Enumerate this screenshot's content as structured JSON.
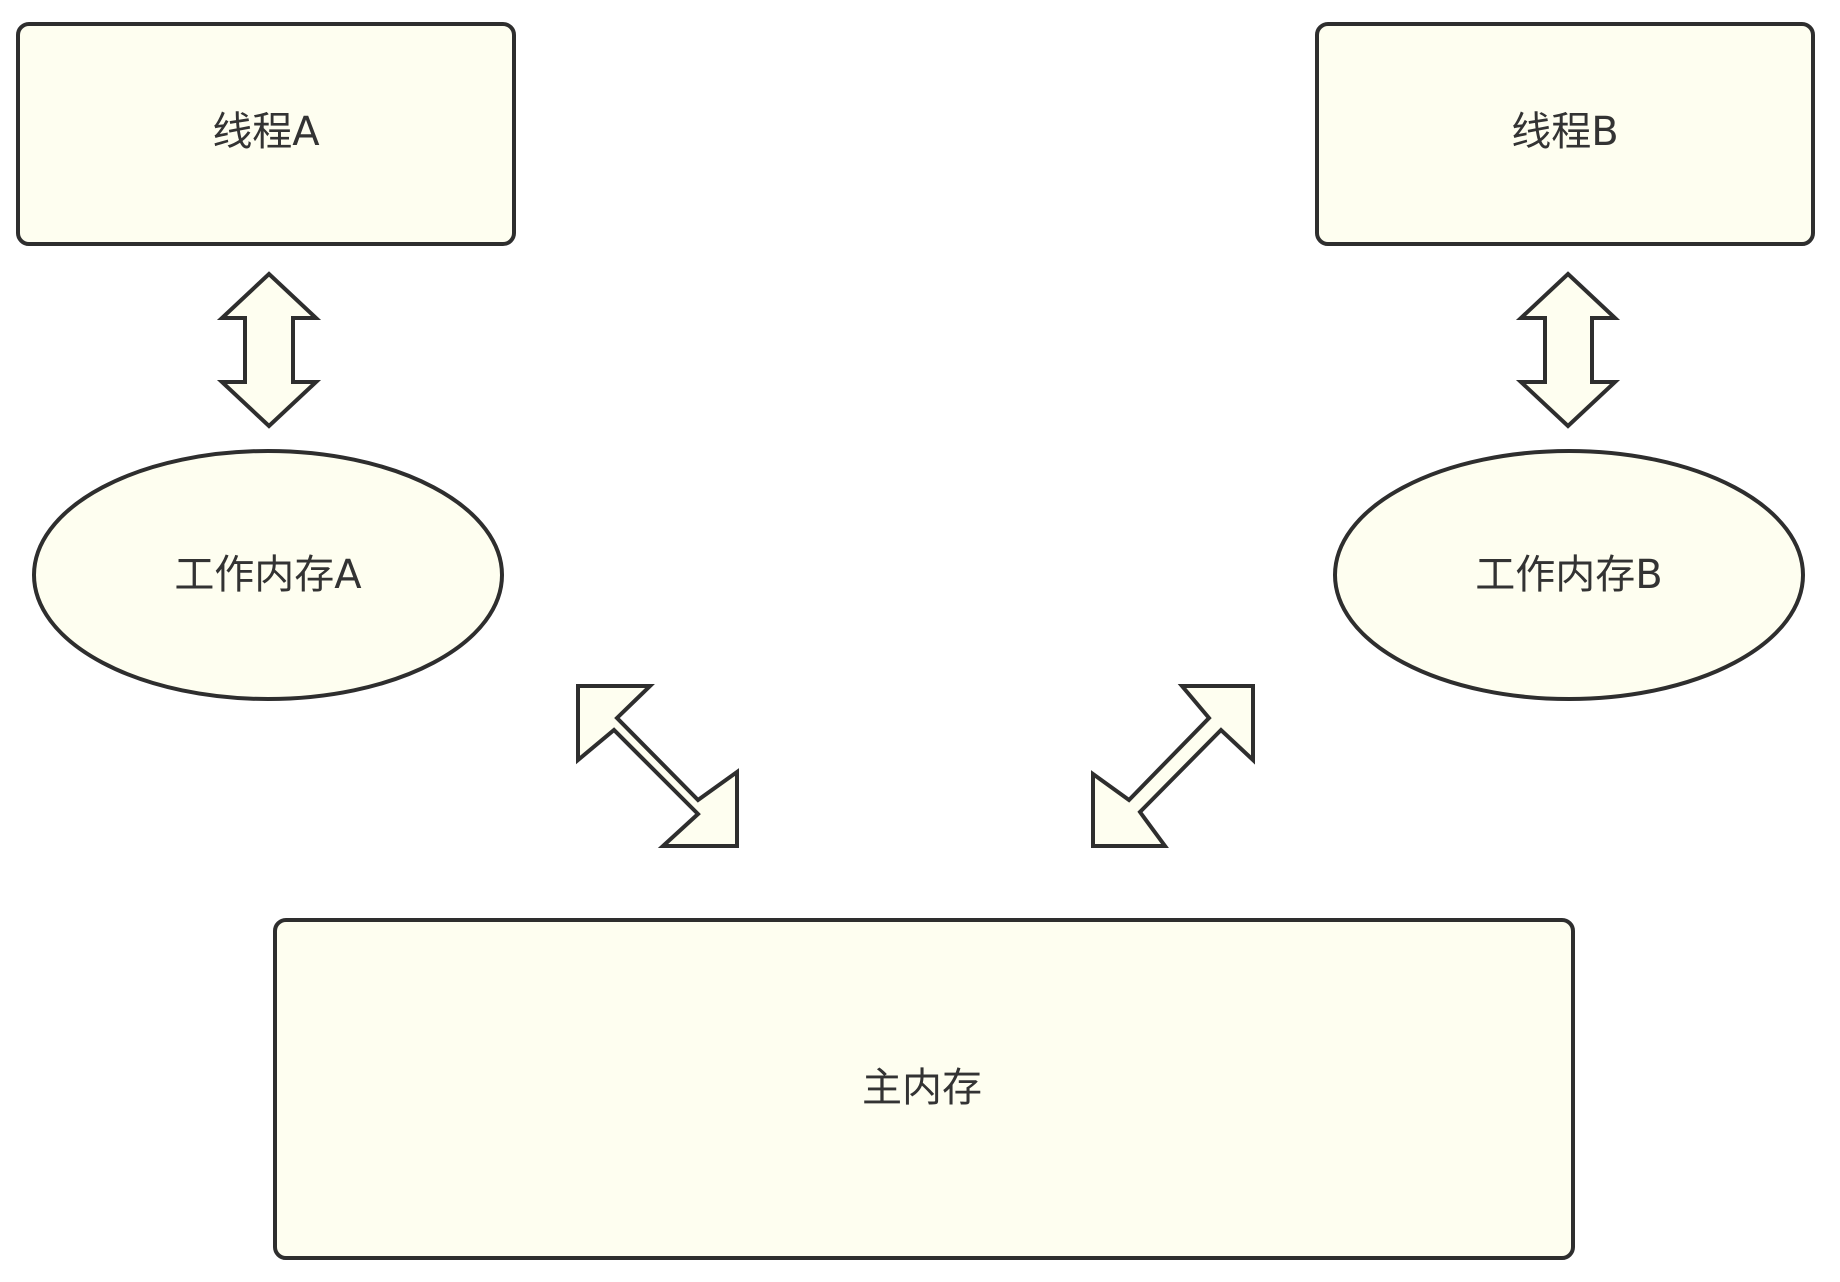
{
  "colors": {
    "fill": "#FEFEF0",
    "stroke": "#2E2E2E",
    "text": "#333333",
    "background": "#FFFFFF"
  },
  "nodes": {
    "thread_a": {
      "label": "线程A"
    },
    "thread_b": {
      "label": "线程B"
    },
    "work_mem_a": {
      "label": "工作内存A"
    },
    "work_mem_b": {
      "label": "工作内存B"
    },
    "main_mem": {
      "label": "主内存"
    }
  },
  "connectors": [
    {
      "from": "thread_a",
      "to": "work_mem_a",
      "type": "bidirectional"
    },
    {
      "from": "thread_b",
      "to": "work_mem_b",
      "type": "bidirectional"
    },
    {
      "from": "work_mem_a",
      "to": "main_mem",
      "type": "bidirectional"
    },
    {
      "from": "work_mem_b",
      "to": "main_mem",
      "type": "bidirectional"
    }
  ]
}
